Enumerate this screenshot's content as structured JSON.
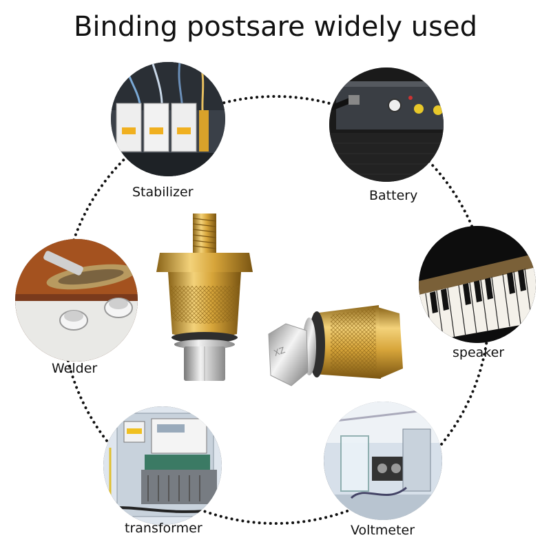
{
  "title": "Binding postsare widely used",
  "labels": {
    "stabilizer": "Stabilizer",
    "battery": "Battery",
    "welder": "Welder",
    "speaker": "speaker",
    "transformer": "transformer",
    "voltmeter": "Voltmeter"
  },
  "colors": {
    "brass": "#d8a93a",
    "steel": "#bfbfbf",
    "ring": "#111111"
  },
  "images": {
    "stabilizer": "circuit-breakers-panel-photo",
    "battery": "amplifier-control-panel-photo",
    "welder": "guitar-jack-knobs-photo",
    "speaker": "piano-keyboard-photo",
    "transformer": "electric-meter-cabinet-photo",
    "voltmeter": "lab-instrument-photo",
    "product": "brass-binding-posts-photo"
  }
}
